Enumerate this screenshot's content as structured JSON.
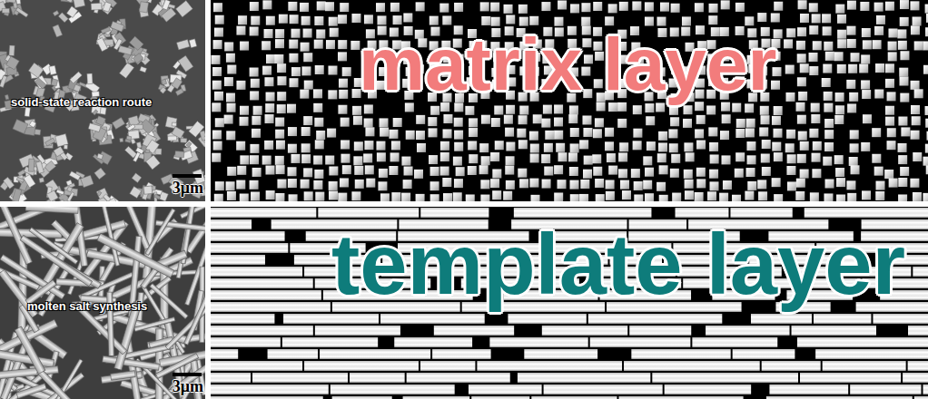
{
  "diagram": {
    "labels": [
      "solid-state reaction route",
      "3μm",
      "matrix layer",
      "molten salt synthesis",
      "3μm",
      "template layer"
    ]
  }
}
